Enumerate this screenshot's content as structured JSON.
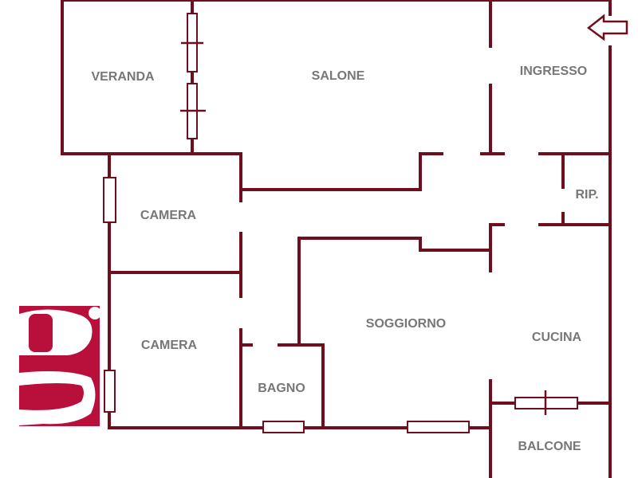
{
  "floorplan": {
    "title": "",
    "wall_color": "#6e0f1f",
    "logo_color": "#b8103a",
    "label_color": "#777777",
    "rooms": {
      "veranda": "VERANDA",
      "salone": "SALONE",
      "ingresso": "INGRESSO",
      "rip": "RIP.",
      "camera_1": "CAMERA",
      "camera_2": "CAMERA",
      "soggiorno": "SOGGIORNO",
      "cucina": "CUCINA",
      "bagno": "BAGNO",
      "balcone": "BALCONE"
    },
    "entrance_icon": "arrow-left-icon",
    "logo_icon": "g-logo-icon"
  }
}
